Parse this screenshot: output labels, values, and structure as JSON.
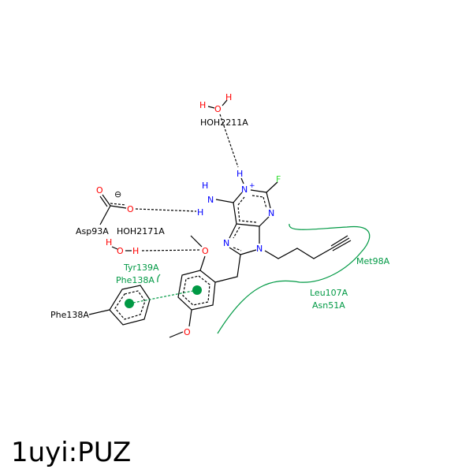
{
  "title": "1uyi:PUZ",
  "colors": {
    "nitrogen": "#0000ff",
    "oxygen": "#ff0000",
    "fluorine": "#33dd33",
    "residue_hydrophobic": "#009944",
    "bond": "#000000"
  },
  "atoms": {
    "H": "H",
    "O": "O",
    "N": "N",
    "N_plus": "N",
    "plus": "+",
    "F": "F",
    "minus": "⊖"
  },
  "residues": {
    "water1": "HOH2211A",
    "water2": "HOH2171A",
    "asp": "Asp93A",
    "phe_stack": "Phe138A",
    "tyr": "Tyr139A",
    "phe_hydro": "Phe138A",
    "met": "Met98A",
    "leu": "Leu107A",
    "asn": "Asn51A"
  }
}
